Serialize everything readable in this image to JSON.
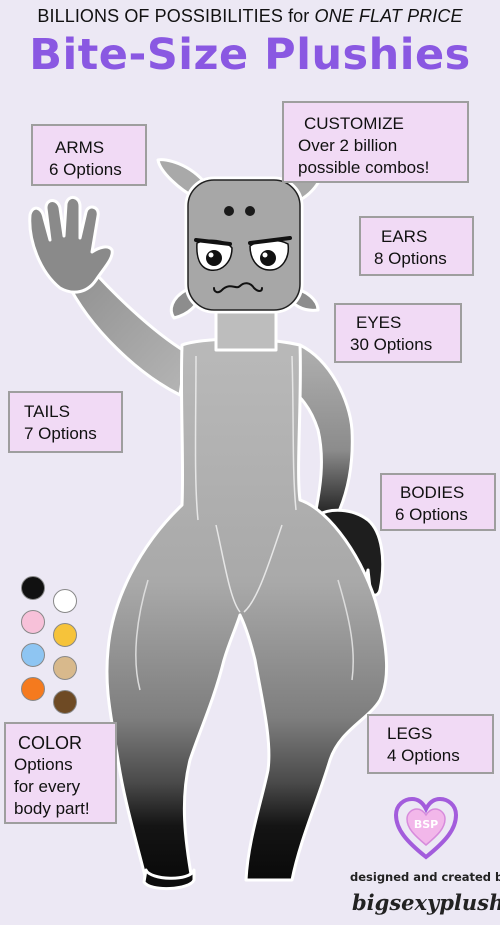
{
  "header": {
    "line_prefix": "BILLIONS OF POSSIBILITIES for",
    "line_price": "ONE FLAT PRICE",
    "title": "Bite-Size Plushies"
  },
  "callouts": {
    "arms": {
      "label": "ARMS",
      "detail": "6 Options"
    },
    "customize": {
      "label": "CUSTOMIZE",
      "line1": "Over 2 billion",
      "line2": "possible combos!"
    },
    "ears": {
      "label": "EARS",
      "detail": "8 Options"
    },
    "eyes": {
      "label": "EYES",
      "detail": "30 Options"
    },
    "tails": {
      "label": "TAILS",
      "detail": "7 Options"
    },
    "bodies": {
      "label": "BODIES",
      "detail": "6 Options"
    },
    "legs": {
      "label": "LEGS",
      "detail": "4 Options"
    },
    "color": {
      "label": "COLOR",
      "line1": "Options",
      "line2": "for every",
      "line3": "body part!"
    }
  },
  "swatches": [
    "#111111",
    "#ffffff",
    "#f7c1d9",
    "#f6c33a",
    "#8ec5f2",
    "#d8b98c",
    "#f57a1e",
    "#6e4a24"
  ],
  "logo": {
    "text": "BSP",
    "color": "#a35cdc"
  },
  "footer": {
    "credit_line": "designed and created by",
    "brand": "bigsexyplush"
  }
}
